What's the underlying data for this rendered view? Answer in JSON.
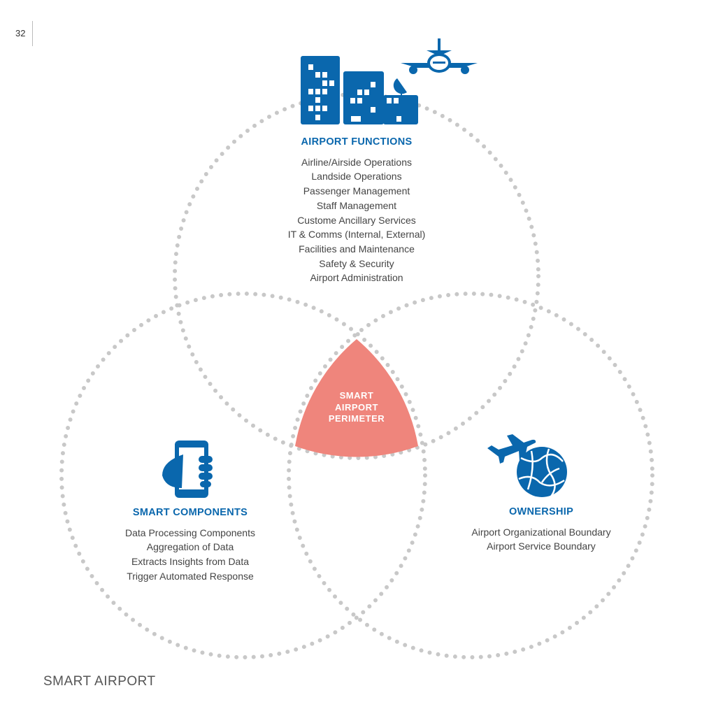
{
  "page_number": "32",
  "footer": "SMART AIRPORT",
  "colors": {
    "accent": "#0a67ad",
    "center": "#ef857c",
    "dots": "#c8c8c8"
  },
  "center_label": [
    "SMART",
    "AIRPORT",
    "PERIMETER"
  ],
  "airport_functions": {
    "title": "AIRPORT FUNCTIONS",
    "items": [
      "Airline/Airside Operations",
      "Landside Operations",
      "Passenger Management",
      "Staff Management",
      "Custome Ancillary Services",
      "IT & Comms (Internal, External)",
      "Facilities and Maintenance",
      "Safety & Security",
      "Airport Administration"
    ]
  },
  "smart_components": {
    "title": "SMART COMPONENTS",
    "items": [
      "Data Processing Components",
      "Aggregation of Data",
      "Extracts Insights from Data",
      "Trigger Automated Response"
    ]
  },
  "ownership": {
    "title": "OWNERSHIP",
    "items": [
      "Airport Organizational Boundary",
      "Airport Service Boundary"
    ]
  }
}
